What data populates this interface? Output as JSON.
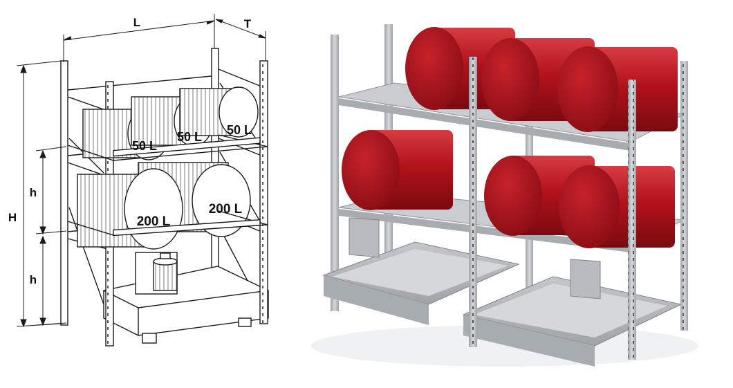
{
  "dimensions": {
    "length": "L",
    "depth": "T",
    "height_total": "H",
    "height_level_upper": "h",
    "height_level_lower": "h"
  },
  "drum_labels": {
    "small_back_left": "50 L",
    "small_back_mid": "50 L",
    "small_back_right": "50 L",
    "large_front": "200 L",
    "large_back": "200 L"
  },
  "colors": {
    "line": "#1a1a1a",
    "steel": "#b8bcc0",
    "steel_dark": "#8e9398",
    "drum_red": "#b3121a",
    "drum_highlight": "#e0555a",
    "tray": "#c9cdd1"
  }
}
